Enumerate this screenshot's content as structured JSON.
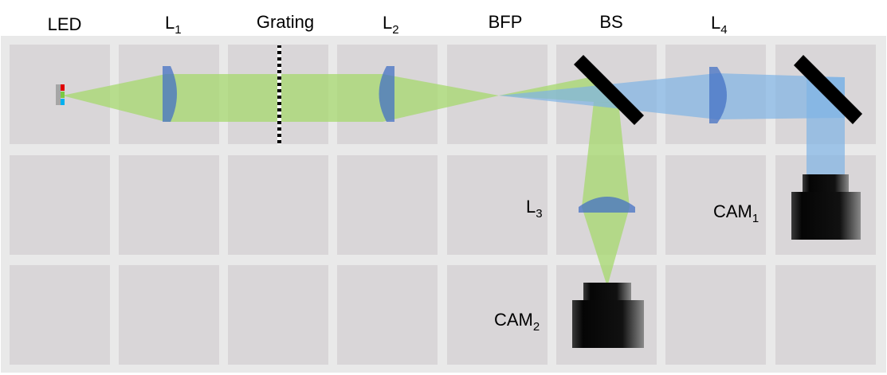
{
  "labels": {
    "led": "LED",
    "l1": {
      "base": "L",
      "sub": "1"
    },
    "grating": "Grating",
    "l2": {
      "base": "L",
      "sub": "2"
    },
    "bfp": "BFP",
    "bs": "BS",
    "l4": {
      "base": "L",
      "sub": "4"
    },
    "l3": {
      "base": "L",
      "sub": "3"
    },
    "cam1": {
      "base": "CAM",
      "sub": "1"
    },
    "cam2": {
      "base": "CAM",
      "sub": "2"
    }
  },
  "colors": {
    "background": "#ffffff",
    "board": "#e9e9e9",
    "tile": "#d9d6d8",
    "green_beam": "#a5d86e",
    "blue_beam": "#7fb3e6",
    "lens": "#4472c4",
    "splitter": "#000000",
    "led_red": "#e00000",
    "led_green": "#7ac943",
    "led_blue": "#00b0f0",
    "led_body": "#a6a6a6"
  }
}
